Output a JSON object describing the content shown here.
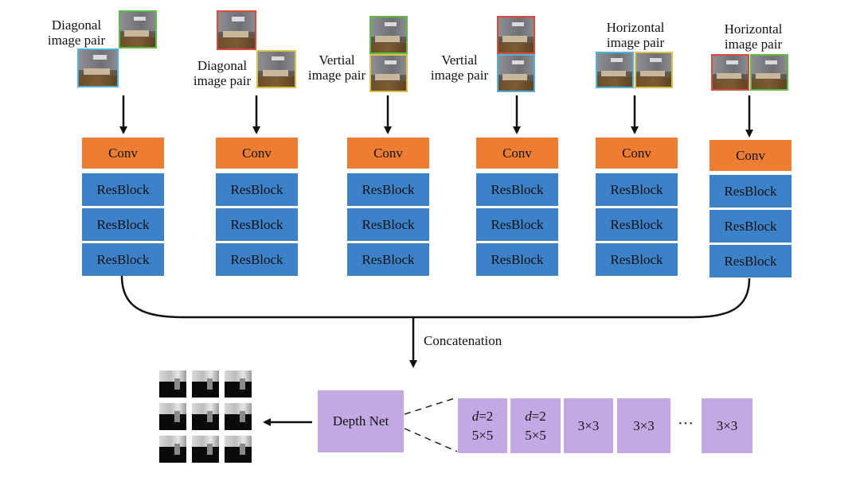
{
  "branches": [
    {
      "label_line1": "Diagonal",
      "label_line2": "image pair",
      "conv": "Conv",
      "res": [
        "ResBlock",
        "ResBlock",
        "ResBlock"
      ]
    },
    {
      "label_line1": "Diagonal",
      "label_line2": "image pair",
      "conv": "Conv",
      "res": [
        "ResBlock",
        "ResBlock",
        "ResBlock"
      ]
    },
    {
      "label_line1": "Vertial",
      "label_line2": "image pair",
      "conv": "Conv",
      "res": [
        "ResBlock",
        "ResBlock",
        "ResBlock"
      ]
    },
    {
      "label_line1": "Vertial",
      "label_line2": "image pair",
      "conv": "Conv",
      "res": [
        "ResBlock",
        "ResBlock",
        "ResBlock"
      ]
    },
    {
      "label_line1": "Horizontal",
      "label_line2": "image pair",
      "conv": "Conv",
      "res": [
        "ResBlock",
        "ResBlock",
        "ResBlock"
      ]
    },
    {
      "label_line1": "Horizontal",
      "label_line2": "image pair",
      "conv": "Conv",
      "res": [
        "ResBlock",
        "ResBlock",
        "ResBlock"
      ]
    }
  ],
  "concat_label": "Concatenation",
  "depth_net": "Depth Net",
  "layers": [
    {
      "line1_var": "d",
      "line1_rest": "=2",
      "line2": "5×5"
    },
    {
      "line1_var": "d",
      "line1_rest": "=2",
      "line2": "5×5"
    },
    {
      "line2": "3×3"
    },
    {
      "line2": "3×3"
    },
    {
      "line2": "3×3"
    }
  ],
  "ellipsis": "···",
  "colors": {
    "conv": "#ED7D31",
    "resblock": "#3C82C8",
    "layer": "#C3A9E4",
    "border_green": "#5DBB45",
    "border_cyan": "#4FB3D9",
    "border_red": "#D94B3C",
    "border_yellow": "#D9C24A"
  }
}
